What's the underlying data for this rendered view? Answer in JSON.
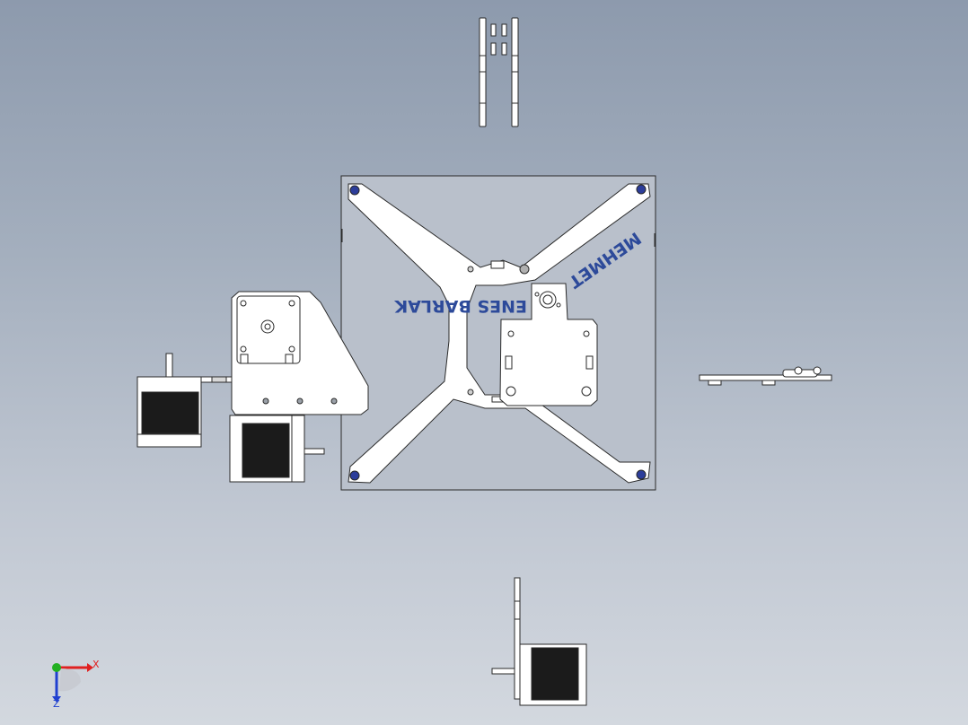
{
  "viewport": {
    "background_top": "#8d9aad",
    "background_bottom": "#d3d8df",
    "part_fill": "#ffffff",
    "edge_color": "#2a2a2a",
    "motor_body_color": "#1b1b1b"
  },
  "bed_engraving": {
    "line1": "MEHMET",
    "line2": "ENES BARLAK",
    "color": "#2d4a9a"
  },
  "triad": {
    "x_label": "X",
    "z_label": "Z",
    "x_color": "#e02020",
    "y_color": "#22b022",
    "z_color": "#2040d0"
  }
}
